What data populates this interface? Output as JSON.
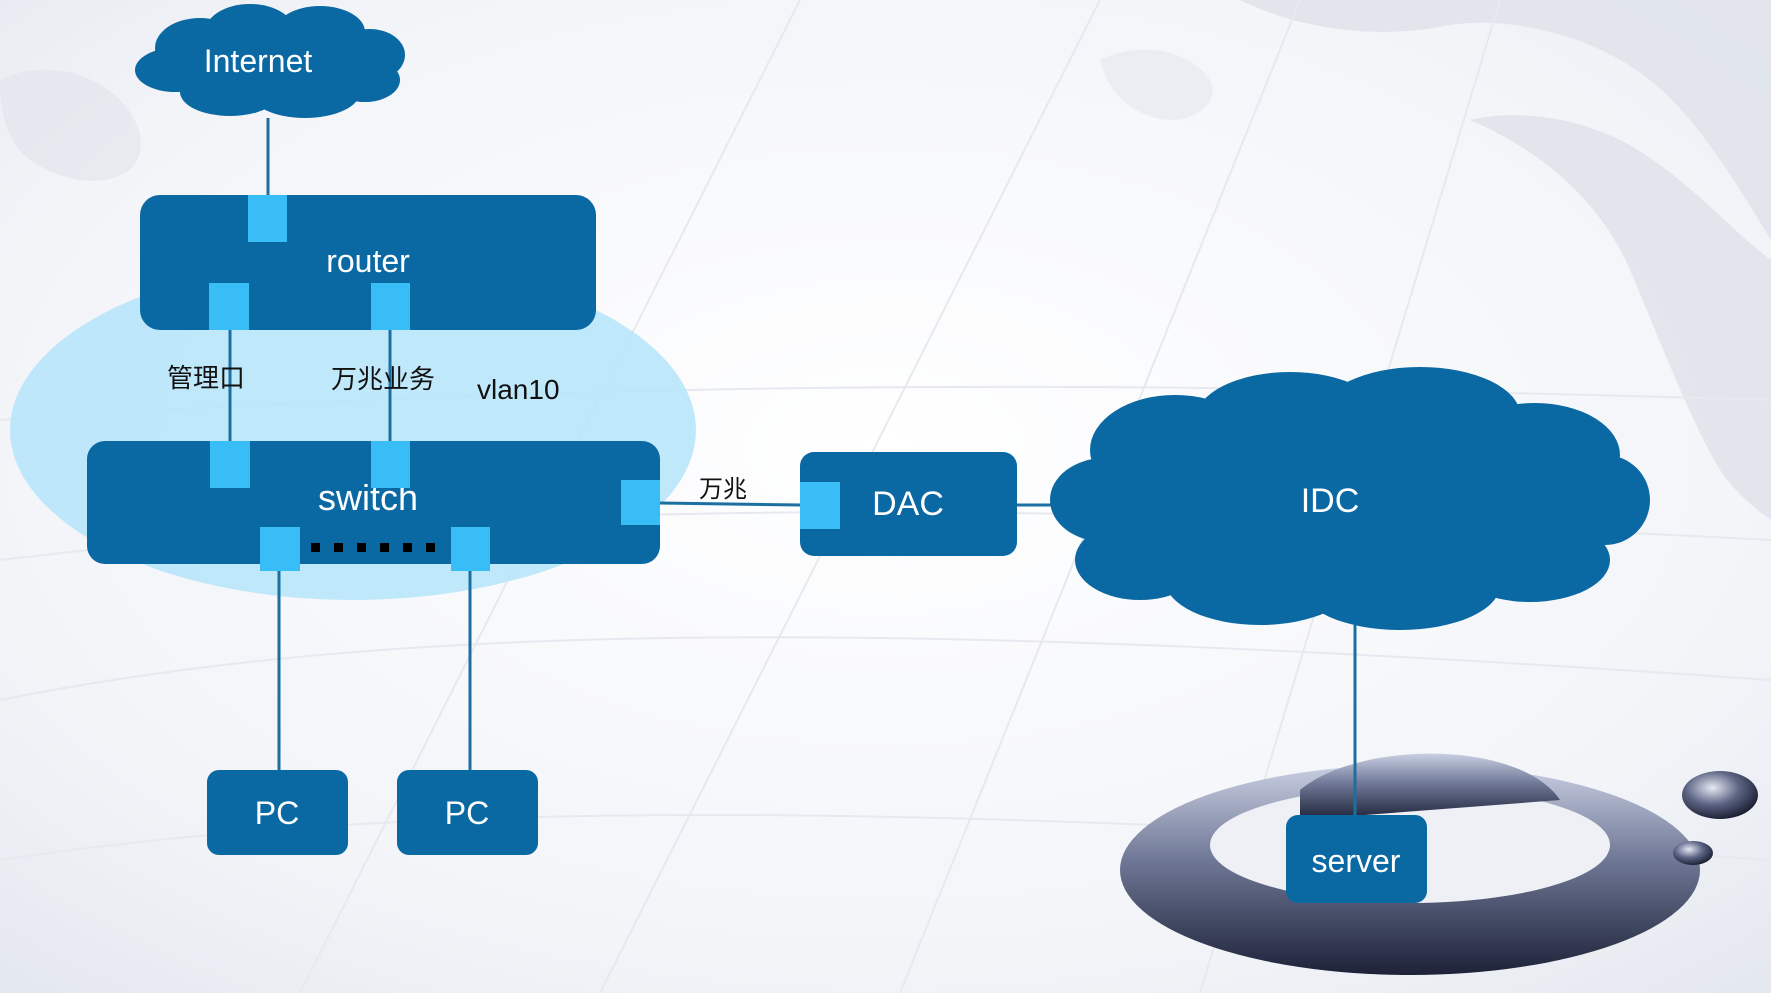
{
  "colors": {
    "node": "#0a68a3",
    "port": "#39bdf6",
    "link": "#1c6fa0",
    "vlan_zone": "#b9e6fb"
  },
  "nodes": {
    "internet": "Internet",
    "router": "router",
    "switch": "switch",
    "dac": "DAC",
    "idc": "IDC",
    "pc_1": "PC",
    "pc_2": "PC",
    "server": "server"
  },
  "labels": {
    "mgmt_port": "管理口",
    "ten_gig_service": "万兆业务",
    "vlan": "vlan10",
    "ten_gig": "万兆"
  },
  "icons": {
    "background": "world-map-icon",
    "logo": "e-logo-icon"
  }
}
